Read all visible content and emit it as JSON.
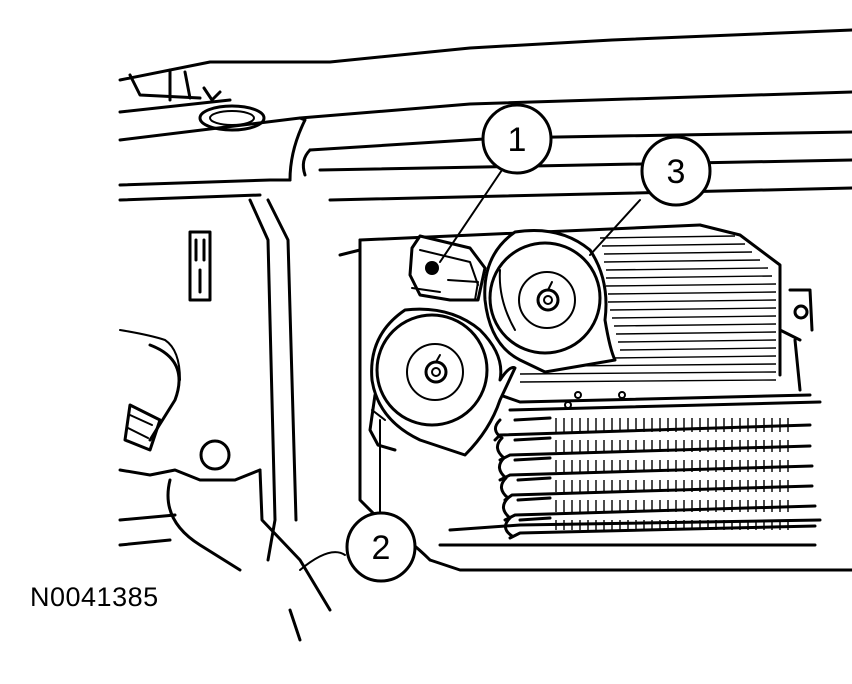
{
  "figure": {
    "id_label": "N0041385"
  },
  "callouts": [
    {
      "number": "1"
    },
    {
      "number": "2"
    },
    {
      "number": "3"
    }
  ]
}
